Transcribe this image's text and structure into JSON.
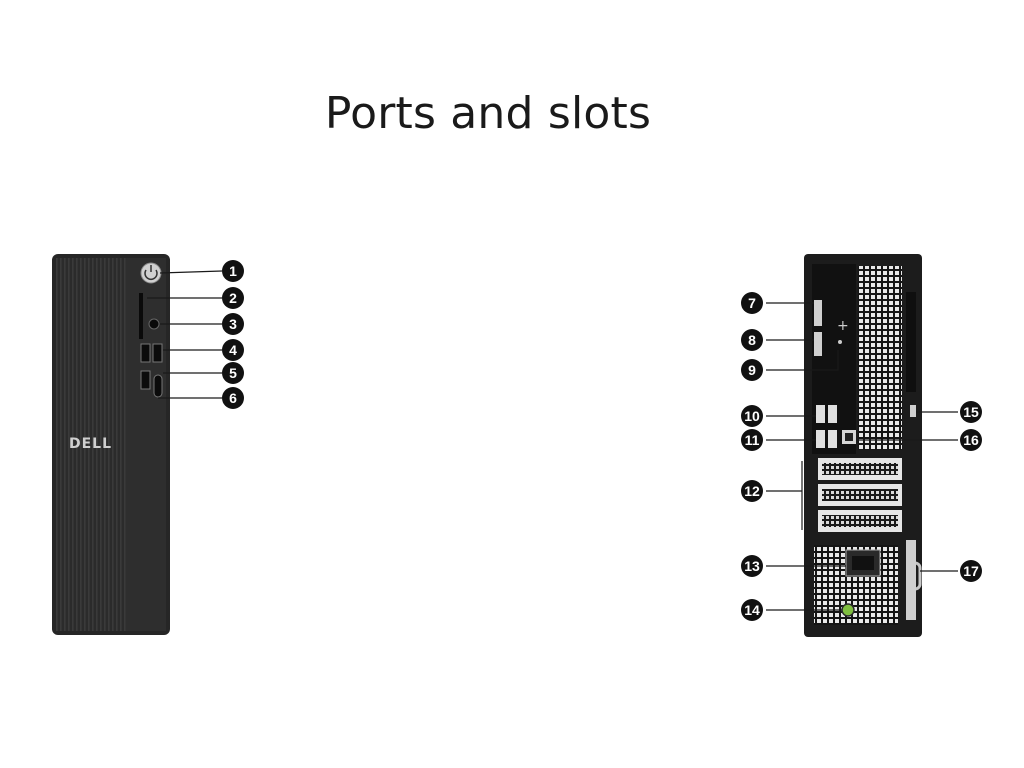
{
  "title": "Ports and slots",
  "front_brand": "DELL",
  "callouts": [
    "1",
    "2",
    "3",
    "4",
    "5",
    "6",
    "7",
    "8",
    "9",
    "10",
    "11",
    "12",
    "13",
    "14",
    "15",
    "16",
    "17"
  ]
}
